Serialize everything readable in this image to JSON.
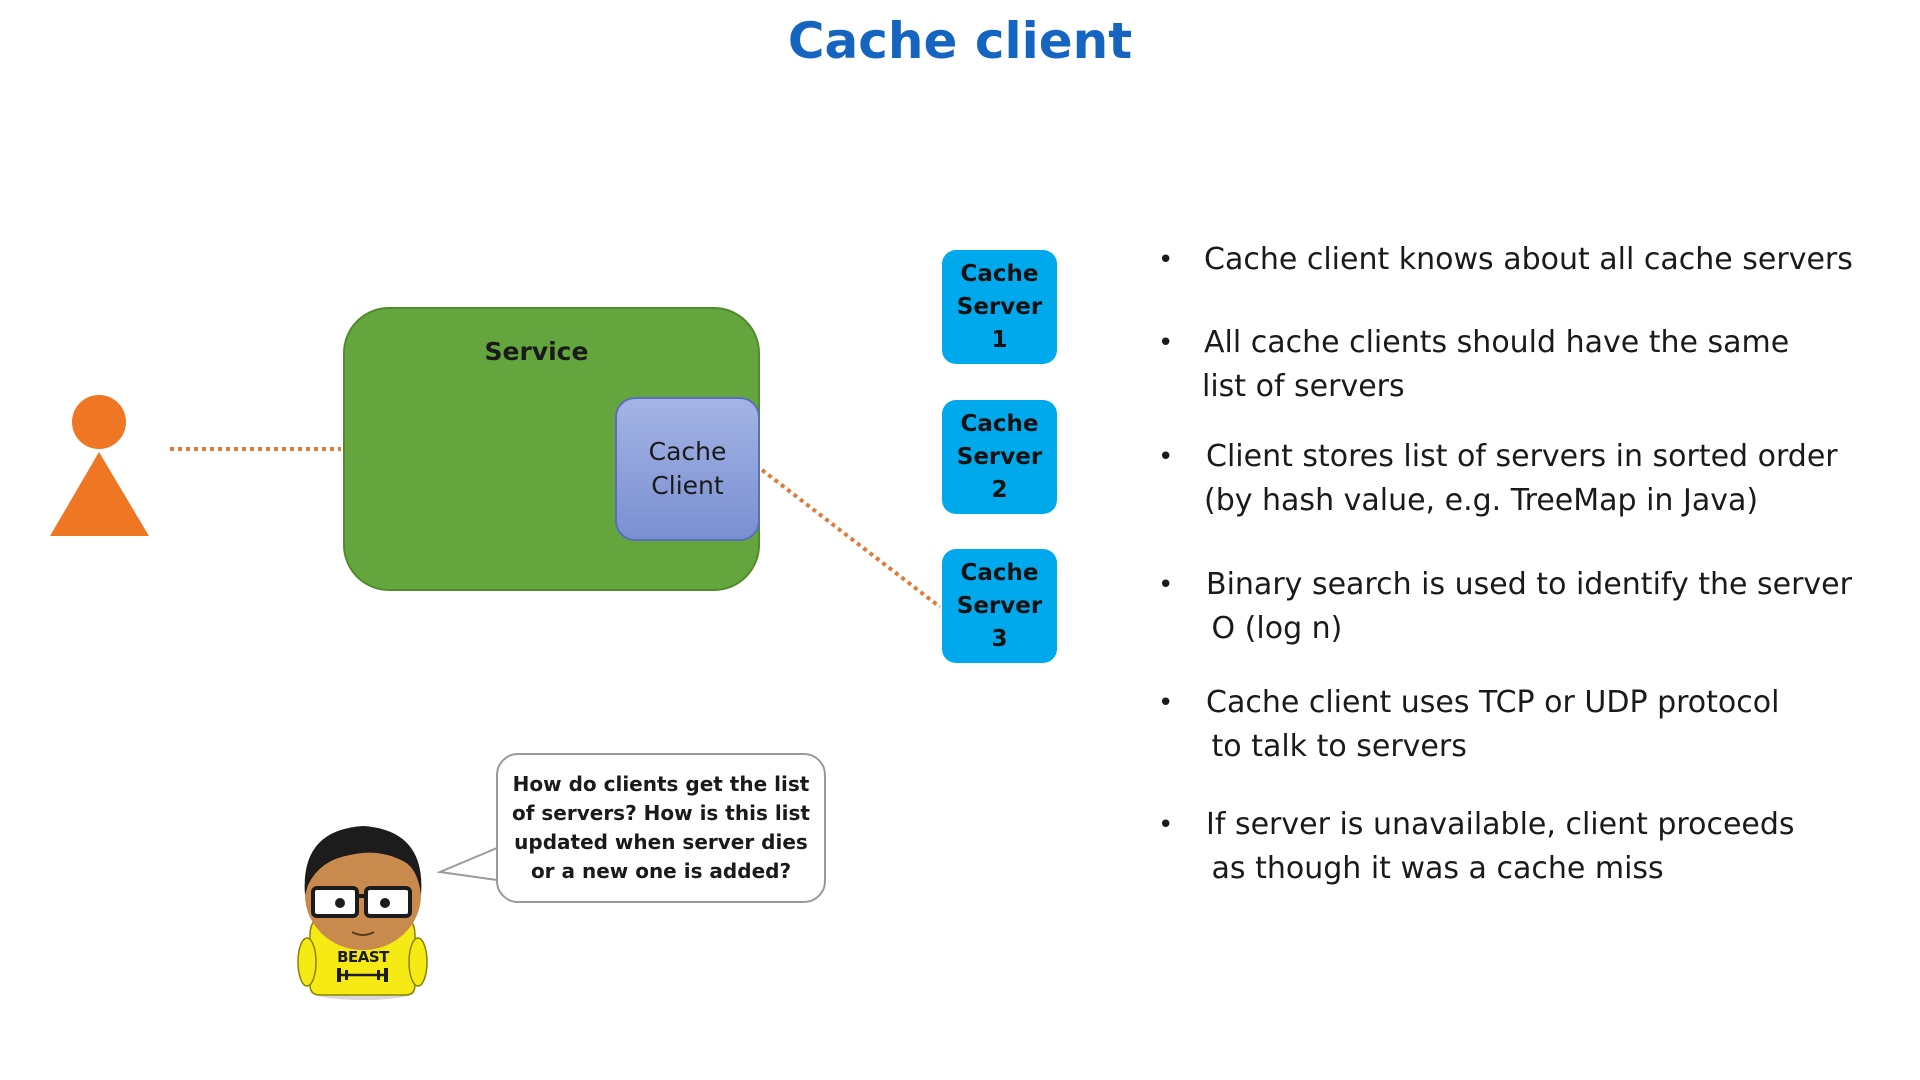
{
  "title": "Cache client",
  "service": {
    "label": "Service",
    "cache_client_lines": [
      "Cache",
      "Client"
    ]
  },
  "cache_servers": [
    {
      "lines": [
        "Cache",
        "Server",
        "1"
      ]
    },
    {
      "lines": [
        "Cache",
        "Server",
        "2"
      ]
    },
    {
      "lines": [
        "Cache",
        "Server",
        "3"
      ]
    }
  ],
  "bullets": [
    {
      "lines": [
        "Cache client knows about all cache servers"
      ]
    },
    {
      "lines": [
        "All cache clients should have the same",
        "list of servers"
      ]
    },
    {
      "lines": [
        "Client stores list of servers in sorted order",
        "(by hash value, e.g. TreeMap in Java)"
      ]
    },
    {
      "lines": [
        "Binary search is used to identify the server",
        " O (log n)"
      ]
    },
    {
      "lines": [
        "Cache client uses TCP or UDP protocol",
        " to talk to servers"
      ]
    },
    {
      "lines": [
        "If server is unavailable, client proceeds",
        " as though it was a cache miss"
      ]
    }
  ],
  "bubble": {
    "text": "How do clients get the list\nof servers? How is this list\nupdated when server dies\nor a new one is added?"
  },
  "character": {
    "shirt_text": "BEAST"
  },
  "colors": {
    "title": "#1565c0",
    "service": "#64a63d",
    "cache_client": "#8a9ddb",
    "cache_server": "#00a8ec",
    "user": "#ef7622",
    "connector": "#e07b39"
  },
  "icons": {
    "user": "person-icon",
    "character": "beast-character-icon"
  }
}
